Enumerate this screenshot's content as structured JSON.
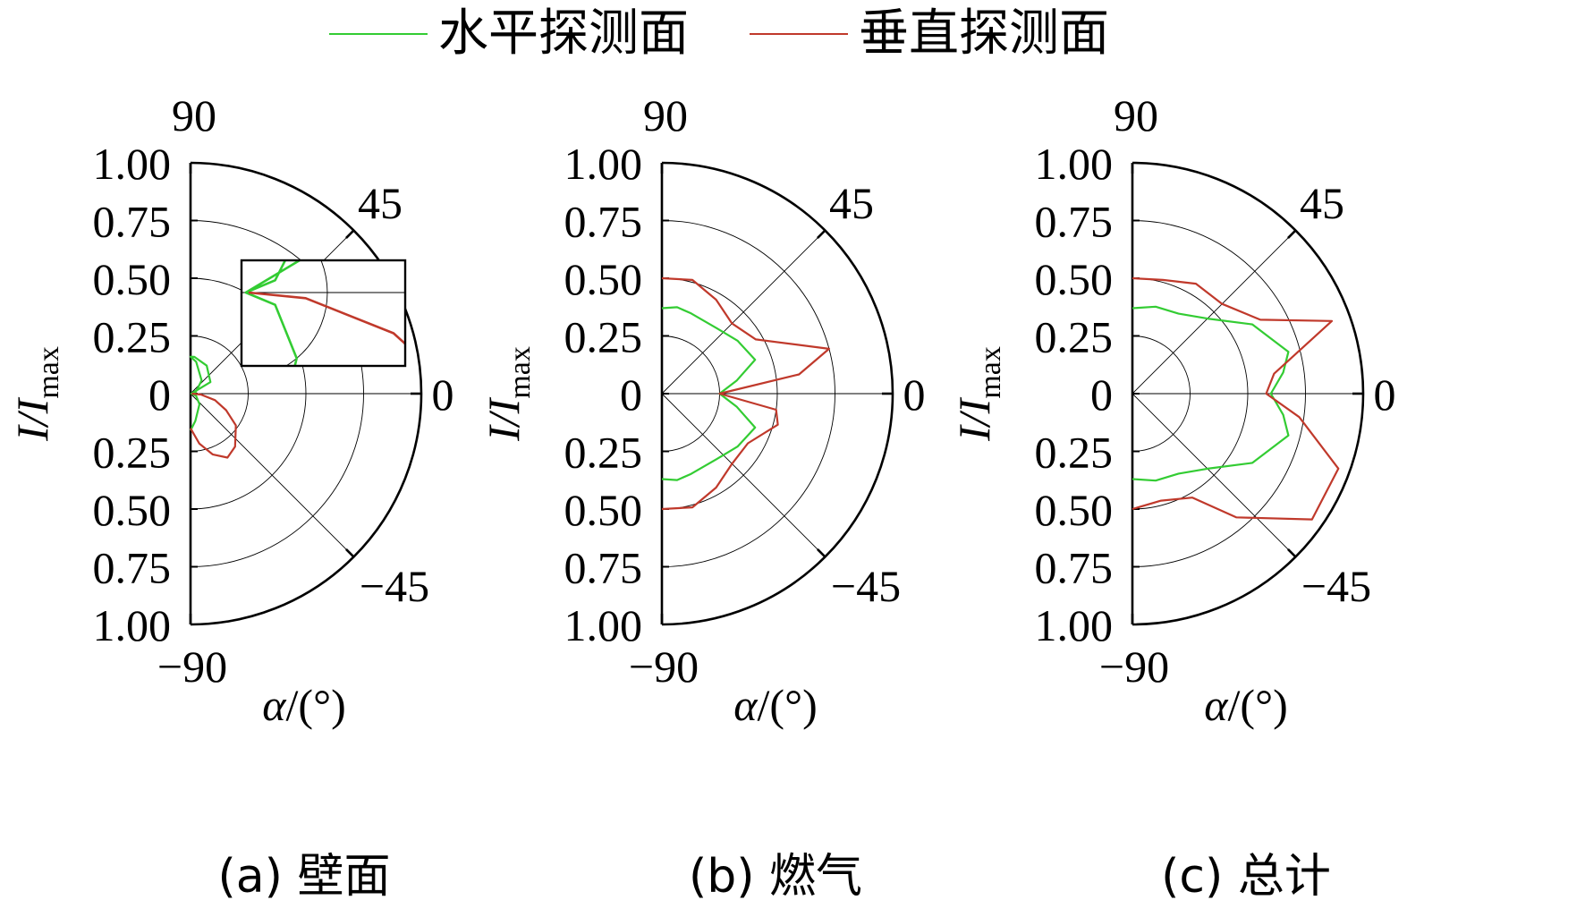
{
  "legend": [
    {
      "label": "水平探测面",
      "color": "#33cc33"
    },
    {
      "label": "垂直探测面",
      "color": "#c0392b"
    }
  ],
  "chart_data": [
    {
      "type": "line",
      "subtype": "polar-half",
      "caption": "(a) 壁面",
      "ylabel": "I/Imax",
      "xlabel": "α/(°)",
      "angle_ticks": [
        90,
        45,
        0,
        -45,
        -90
      ],
      "radial_ticks": [
        0,
        0.25,
        0.5,
        0.75,
        1.0
      ],
      "radial_tick_labels": [
        "0",
        "0.25",
        "0.50",
        "0.75",
        "1.00"
      ],
      "rlim": [
        0,
        1
      ],
      "theta_range": [
        -90,
        90
      ],
      "grid": true,
      "inset": true,
      "series": [
        {
          "name": "水平探测面",
          "color": "#33cc33",
          "theta": [
            0,
            30,
            60,
            84,
            90,
            80,
            50,
            20,
            0,
            -20,
            -50,
            -80,
            -90
          ],
          "r": [
            0.003,
            0.1,
            0.14,
            0.16,
            0.16,
            0.14,
            0.075,
            0.025,
            0.003,
            0.025,
            0.06,
            0.12,
            0.16
          ]
        },
        {
          "name": "垂直探测面",
          "color": "#c0392b",
          "theta": [
            0,
            -5,
            -15,
            -25,
            -35,
            -50,
            -60,
            -70,
            -80,
            -90
          ],
          "r": [
            0.005,
            0.045,
            0.11,
            0.17,
            0.24,
            0.3,
            0.32,
            0.28,
            0.22,
            0.15
          ]
        }
      ]
    },
    {
      "type": "line",
      "subtype": "polar-half",
      "caption": "(b) 燃气",
      "ylabel": "I/Imax",
      "xlabel": "α/(°)",
      "angle_ticks": [
        90,
        45,
        0,
        -45,
        -90
      ],
      "radial_ticks": [
        0,
        0.25,
        0.5,
        0.75,
        1.0
      ],
      "radial_tick_labels": [
        "0",
        "0.25",
        "0.50",
        "0.75",
        "1.00"
      ],
      "rlim": [
        0,
        1
      ],
      "theta_range": [
        -90,
        90
      ],
      "grid": true,
      "series": [
        {
          "name": "水平探测面",
          "color": "#33cc33",
          "theta": [
            90,
            80,
            70,
            50,
            35,
            20,
            10,
            0,
            -10,
            -20,
            -35,
            -50,
            -70,
            -80,
            -90
          ],
          "r": [
            0.37,
            0.38,
            0.37,
            0.37,
            0.4,
            0.43,
            0.33,
            0.25,
            0.33,
            0.43,
            0.4,
            0.37,
            0.37,
            0.38,
            0.37
          ]
        },
        {
          "name": "垂直探测面",
          "color": "#c0392b",
          "theta": [
            90,
            75,
            60,
            45,
            30,
            15,
            8,
            0,
            -8,
            -15,
            -30,
            -45,
            -60,
            -75,
            -90
          ],
          "r": [
            0.5,
            0.51,
            0.47,
            0.43,
            0.47,
            0.75,
            0.6,
            0.25,
            0.5,
            0.52,
            0.43,
            0.43,
            0.47,
            0.51,
            0.5
          ]
        }
      ]
    },
    {
      "type": "line",
      "subtype": "polar-half",
      "caption": "(c) 总计",
      "ylabel": "I/Imax",
      "xlabel": "α/(°)",
      "angle_ticks": [
        90,
        45,
        0,
        -45,
        -90
      ],
      "radial_ticks": [
        0,
        0.25,
        0.5,
        0.75,
        1.0
      ],
      "radial_tick_labels": [
        "0",
        "0.25",
        "0.50",
        "0.75",
        "1.00"
      ],
      "rlim": [
        0,
        1
      ],
      "theta_range": [
        -90,
        90
      ],
      "grid": true,
      "series": [
        {
          "name": "水平探测面",
          "color": "#33cc33",
          "theta": [
            90,
            75,
            60,
            45,
            30,
            15,
            8,
            0,
            -8,
            -15,
            -30,
            -45,
            -60,
            -75,
            -90
          ],
          "r": [
            0.37,
            0.39,
            0.4,
            0.46,
            0.6,
            0.7,
            0.66,
            0.6,
            0.66,
            0.7,
            0.6,
            0.46,
            0.4,
            0.39,
            0.37
          ]
        },
        {
          "name": "垂直探测面",
          "color": "#c0392b",
          "theta": [
            90,
            75,
            60,
            45,
            30,
            20,
            8,
            0,
            -8,
            -20,
            -35,
            -50,
            -60,
            -75,
            -90
          ],
          "r": [
            0.5,
            0.51,
            0.55,
            0.55,
            0.64,
            0.92,
            0.62,
            0.58,
            0.73,
            0.95,
            0.95,
            0.7,
            0.52,
            0.48,
            0.5
          ]
        }
      ]
    }
  ]
}
